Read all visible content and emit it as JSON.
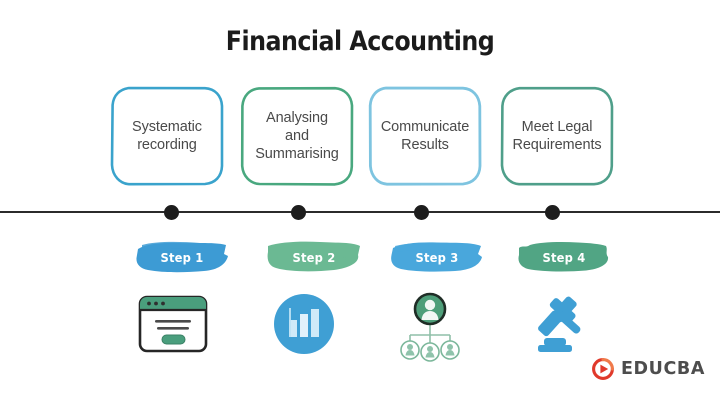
{
  "title": "Financial Accounting",
  "colors": {
    "box1_border": "#3aa3cc",
    "box2_border": "#49a87f",
    "box3_border": "#7ec4e0",
    "box4_border": "#4f9f8a",
    "step1_fill": "#3d9bd4",
    "step2_fill": "#6bb993",
    "step3_fill": "#49a7dc",
    "step4_fill": "#51a584",
    "timeline": "#232323",
    "logo_mark": "#e0392b",
    "logo_text": "#4d4d4d"
  },
  "stages": [
    {
      "label": "Systematic\nrecording",
      "border_color": "#3aa3cc"
    },
    {
      "label": "Analysing\nand\nSummarising",
      "border_color": "#49a87f"
    },
    {
      "label": "Communicate\nResults",
      "border_color": "#7ec4e0"
    },
    {
      "label": "Meet Legal\nRequirements",
      "border_color": "#4f9f8a"
    }
  ],
  "steps": [
    {
      "label": "Step 1",
      "fill": "#3d9bd4",
      "icon": "browser-window-icon"
    },
    {
      "label": "Step 2",
      "fill": "#6bb993",
      "icon": "bar-chart-circle-icon"
    },
    {
      "label": "Step 3",
      "fill": "#49a7dc",
      "icon": "org-chart-people-icon"
    },
    {
      "label": "Step 4",
      "fill": "#51a584",
      "icon": "gavel-icon"
    }
  ],
  "logo": {
    "text": "EDUCBA",
    "mark": "play-circle-icon"
  }
}
